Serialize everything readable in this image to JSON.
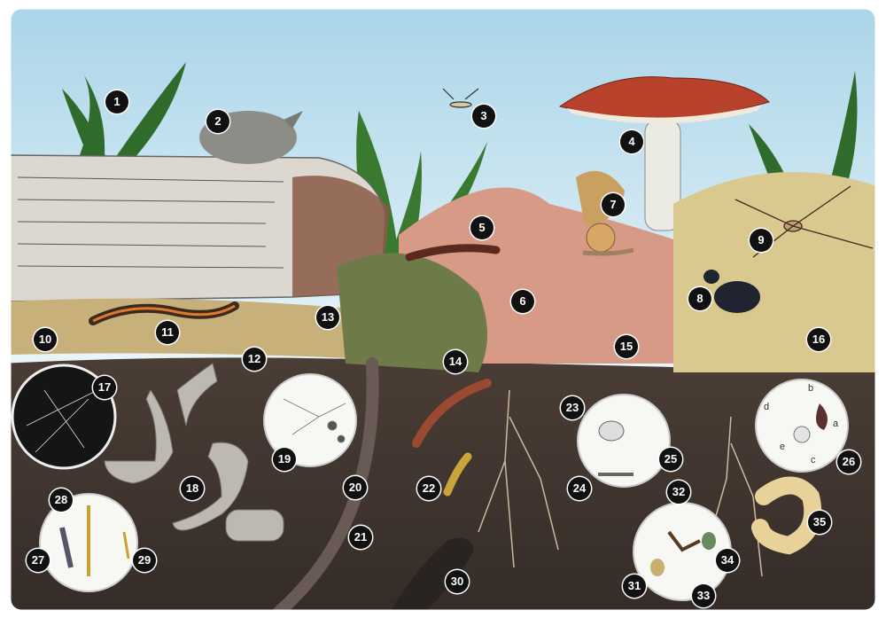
{
  "illustration": {
    "callouts": [
      "1",
      "2",
      "3",
      "4",
      "5",
      "6",
      "7",
      "8",
      "9",
      "10",
      "11",
      "12",
      "13",
      "14",
      "15",
      "16",
      "17",
      "18",
      "19",
      "20",
      "21",
      "22",
      "23",
      "24",
      "25",
      "26",
      "27",
      "28",
      "29",
      "30",
      "31",
      "32",
      "33",
      "34",
      "35"
    ],
    "inset_letters": [
      "a",
      "b",
      "c",
      "d",
      "e"
    ],
    "colors": {
      "sky_top": "#a9d4e8",
      "sky_bottom": "#e6f3f8",
      "soil": "#3f3530",
      "leaf_litter": "#c9a27a",
      "fern": "#2f6b2a",
      "mushroom_cap": "#b8412c",
      "log": "#d8d4cc",
      "earthworm": "#6a5a55"
    }
  }
}
